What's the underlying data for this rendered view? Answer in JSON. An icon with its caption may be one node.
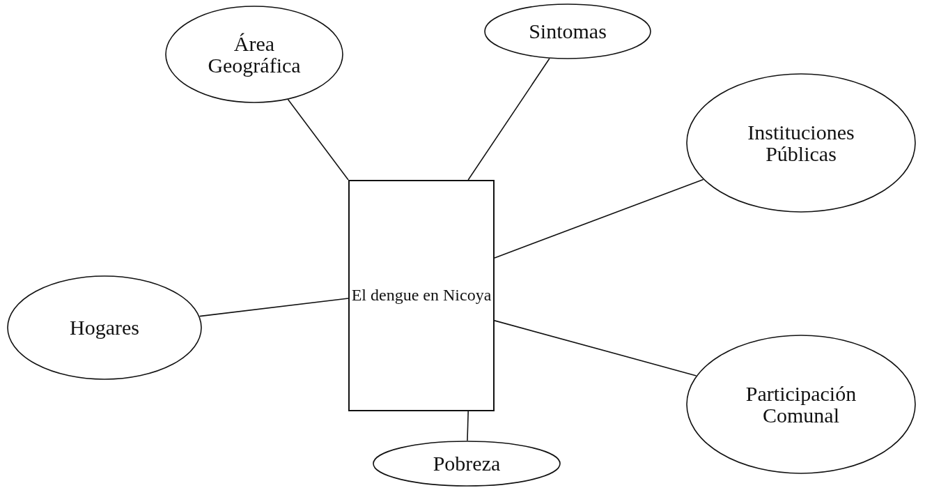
{
  "diagram": {
    "nodes": [
      {
        "text": [
          "Área Geográfica"
        ]
      },
      {
        "text": [
          "Sintomas"
        ]
      },
      {
        "text": [
          "Instituciones Públicas"
        ]
      },
      {
        "text": [
          "El dengue en Nicoya"
        ]
      },
      {
        "text": [
          "Hogares"
        ]
      },
      {
        "text": [
          "Participación Comunal"
        ]
      },
      {
        "text": [
          "Pobreza"
        ]
      }
    ],
    "edges": [
      {
        "from": 3,
        "to": 0,
        "arrow": "none"
      },
      {
        "from": 3,
        "to": 1,
        "arrow": "none"
      },
      {
        "from": 3,
        "to": 2,
        "arrow": "none"
      },
      {
        "from": 3,
        "to": 4,
        "arrow": "none"
      },
      {
        "from": 3,
        "to": 5,
        "arrow": "none"
      },
      {
        "from": 3,
        "to": 6,
        "arrow": "none"
      }
    ]
  }
}
